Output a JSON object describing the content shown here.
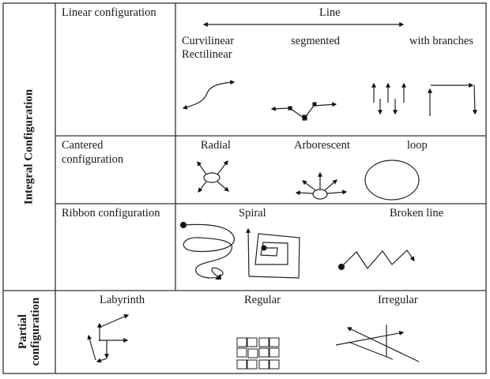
{
  "groups": {
    "integral": "Integral Configuration",
    "partial": "Partial configuration"
  },
  "rows": {
    "linear": {
      "label": "Linear configuration",
      "axis_label": "Line",
      "types": [
        "Curvilinear",
        "Rectilinear",
        "segmented",
        "with branches"
      ]
    },
    "centered": {
      "label_line1": "Cantered",
      "label_line2": "configuration",
      "types": [
        "Radial",
        "Arborescent",
        "loop"
      ]
    },
    "ribbon": {
      "label": "Ribbon configuration",
      "types": [
        "Spiral",
        "Broken line"
      ]
    },
    "partial": {
      "types": [
        "Labyrinth",
        "Regular",
        "Irregular"
      ]
    }
  }
}
